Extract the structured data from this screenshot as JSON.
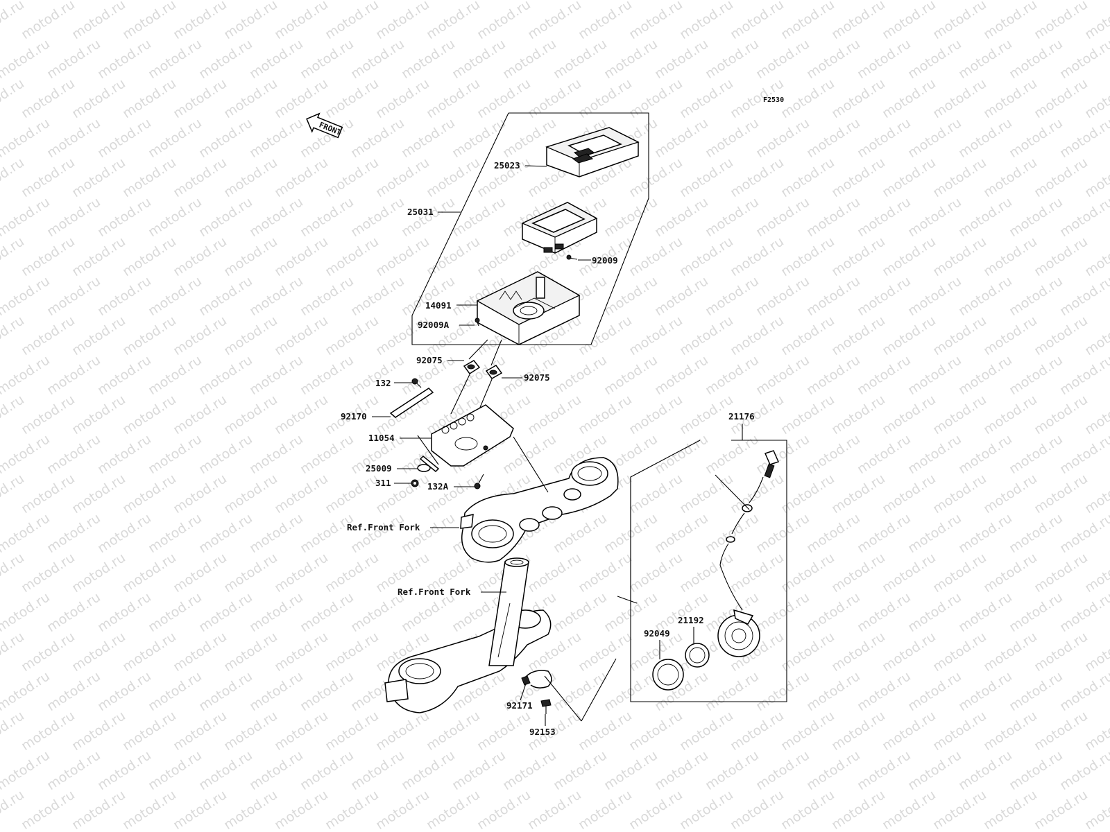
{
  "figure_code": "F2530",
  "front_arrow_text": "FRONT",
  "watermark_text": "motod.ru",
  "labels": {
    "p25023": "25023",
    "p25031": "25031",
    "p92009": "92009",
    "p14091": "14091",
    "p92009A": "92009A",
    "p92075_left": "92075",
    "p92075_right": "92075",
    "p132": "132",
    "p92170": "92170",
    "p11054": "11054",
    "p25009": "25009",
    "p311": "311",
    "p132A": "132A",
    "ref_front_fork_upper": "Ref.Front Fork",
    "ref_front_fork_lower": "Ref.Front Fork",
    "p21176": "21176",
    "p21192": "21192",
    "p92049": "92049",
    "p92171": "92171",
    "p92153": "92153"
  }
}
